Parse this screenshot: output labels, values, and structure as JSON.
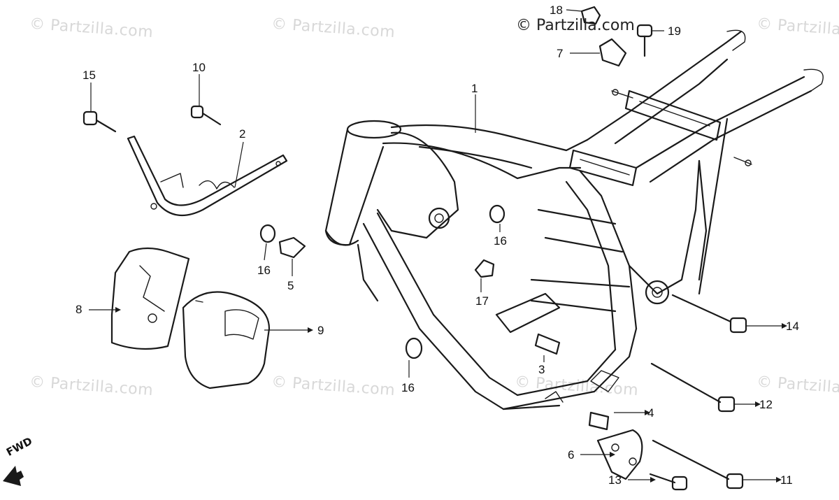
{
  "watermark": "© Partzilla.com",
  "brand": "© Partzilla.com",
  "fwd_label": "FWD",
  "callouts": [
    "1",
    "2",
    "3",
    "4",
    "5",
    "6",
    "7",
    "8",
    "9",
    "10",
    "11",
    "12",
    "13",
    "14",
    "15",
    "16",
    "16",
    "16",
    "17",
    "18",
    "19"
  ],
  "parts": {
    "p1": "1",
    "p2": "2",
    "p3": "3",
    "p4": "4",
    "p5": "5",
    "p6": "6",
    "p7": "7",
    "p8": "8",
    "p9": "9",
    "p10": "10",
    "p11": "11",
    "p12": "12",
    "p13": "13",
    "p14": "14",
    "p15": "15",
    "p16a": "16",
    "p16b": "16",
    "p16c": "16",
    "p17": "17",
    "p18": "18",
    "p19": "19"
  },
  "colors": {
    "line": "#1a1a1a",
    "watermark": "#d8d8d8",
    "background": "#ffffff"
  }
}
